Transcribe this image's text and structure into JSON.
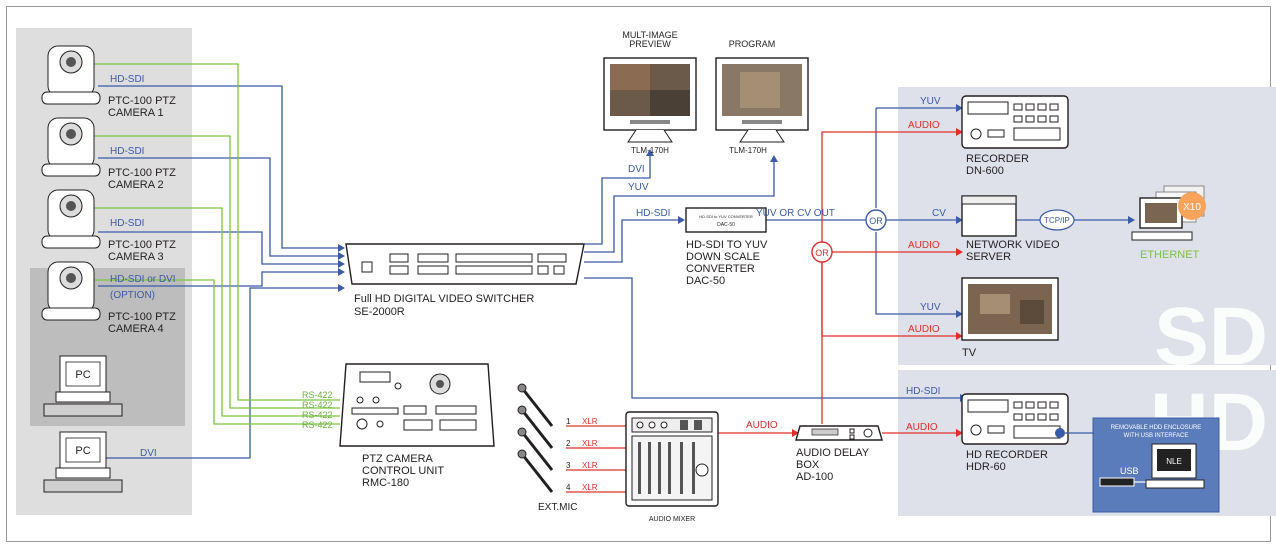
{
  "colors": {
    "video": "#3a5ba8",
    "audio": "#e0302b",
    "control": "#7dc242",
    "ethernet": "#7dc242",
    "panel": "#dfe1ea"
  },
  "panels": {
    "sd": "SD",
    "hd": "HD"
  },
  "cameras": [
    {
      "signal": "HD-SDI",
      "name": "PTC-100 PTZ",
      "label": "CAMERA 1"
    },
    {
      "signal": "HD-SDI",
      "name": "PTC-100 PTZ",
      "label": "CAMERA 2"
    },
    {
      "signal": "HD-SDI",
      "name": "PTC-100 PTZ",
      "label": "CAMERA 3"
    },
    {
      "signal": "HD-SDI or DVI",
      "signal2": "(OPTION)",
      "name": "PTC-100 PTZ",
      "label": "CAMERA 4"
    }
  ],
  "pcs": [
    {
      "label": "PC"
    },
    {
      "label": "PC",
      "signal": "DVI"
    }
  ],
  "switcher": {
    "name": "Full HD DIGITAL VIDEO SWITCHER",
    "model": "SE-2000R"
  },
  "ptz_control": {
    "name1": "PTZ CAMERA",
    "name2": "CONTROL UNIT",
    "model": "RMC-180",
    "links": [
      "RS-422",
      "RS-422",
      "RS-422",
      "RS-422"
    ]
  },
  "monitors": [
    {
      "title1": "MULT-IMAGE",
      "title2": "PREVIEW",
      "model": "TLM-170H",
      "signal": "DVI"
    },
    {
      "title1": "",
      "title2": "PROGRAM",
      "model": "TLM-170H",
      "signal": "YUV"
    }
  ],
  "converter": {
    "input": "HD-SDI",
    "output": "YUV OR CV OUT",
    "name1": "HD-SDI TO YUV",
    "name2": "DOWN SCALE",
    "name3": "CONVERTER",
    "model": "DAC-50",
    "chip_top": "HD-SDI to YUV CONVERTER",
    "chip_bottom": "DAC-50"
  },
  "or_labels": [
    "OR",
    "OR"
  ],
  "recorder_sd": {
    "video": "YUV",
    "audio": "AUDIO",
    "name": "RECORDER",
    "model": "DN-600"
  },
  "network_server": {
    "video": "CV",
    "audio": "AUDIO",
    "name1": "NETWORK VIDEO",
    "name2": "SERVER",
    "protocol": "TCP/IP",
    "multiplier": "X10",
    "network": "ETHERNET"
  },
  "tv": {
    "video": "YUV",
    "audio": "AUDIO",
    "name": "TV"
  },
  "hd_recorder": {
    "video": "HD-SDI",
    "audio": "AUDIO",
    "name": "HD RECORDER",
    "model": "HDR-60",
    "enclosure1": "REMOVABLE HDD ENCLOSURE",
    "enclosure2": "WITH USB INTERFACE",
    "usb": "USB",
    "nle": "NLE"
  },
  "mics": {
    "numbers": [
      "1",
      "2",
      "3",
      "4"
    ],
    "connector": "XLR",
    "label": "EXT.MIC"
  },
  "mixer": {
    "name": "AUDIO MIXER",
    "output": "AUDIO"
  },
  "audio_delay": {
    "name1": "AUDIO DELAY",
    "name2": "BOX",
    "model": "AD-100",
    "output": "AUDIO"
  }
}
